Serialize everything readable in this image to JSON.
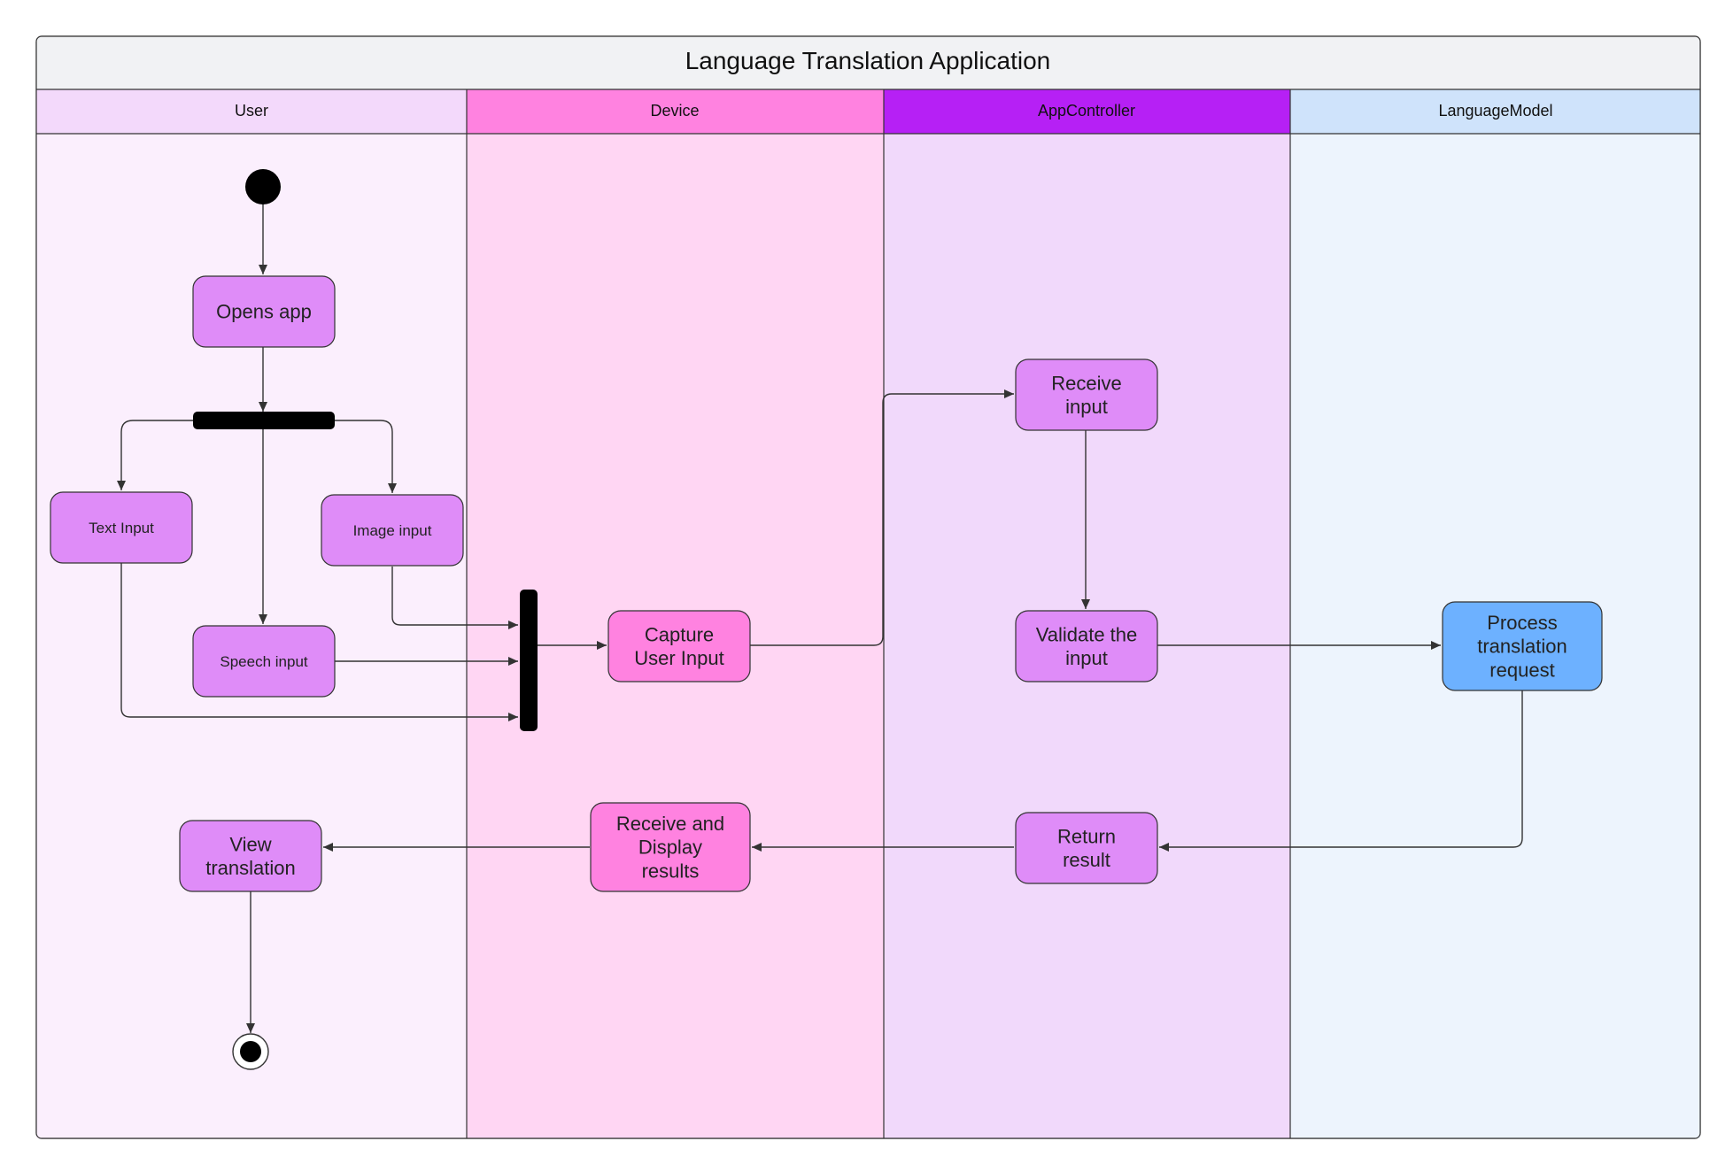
{
  "title": "Language Translation Application",
  "colors": {
    "node_purple": "#df8cf8",
    "node_pink": "#ff82e0",
    "node_blue": "#6db1ff",
    "bar_black": "#000000"
  },
  "lanes": [
    {
      "key": "user",
      "label": "User",
      "header_color": "#f3d9fb",
      "body_color": "#fbeffd"
    },
    {
      "key": "device",
      "label": "Device",
      "header_color": "#ff82e0",
      "body_color": "#ffd6f3"
    },
    {
      "key": "appcontroller",
      "label": "AppController",
      "header_color": "#b620f5",
      "body_color": "#f1d9fb"
    },
    {
      "key": "languagemodel",
      "label": "LanguageModel",
      "header_color": "#cfe3fb",
      "body_color": "#edf4fd"
    }
  ],
  "nodes": {
    "opens_app": {
      "lines": [
        "Opens app"
      ]
    },
    "text_input": {
      "lines": [
        "Text Input"
      ]
    },
    "image_input": {
      "lines": [
        "Image input"
      ]
    },
    "speech_input": {
      "lines": [
        "Speech input"
      ]
    },
    "capture_user_input": {
      "lines": [
        "Capture",
        "User Input"
      ]
    },
    "receive_input": {
      "lines": [
        "Receive",
        "input"
      ]
    },
    "validate_input": {
      "lines": [
        "Validate the",
        "input"
      ]
    },
    "process_request": {
      "lines": [
        "Process",
        "translation",
        "request"
      ]
    },
    "return_result": {
      "lines": [
        "Return",
        "result"
      ]
    },
    "receive_display": {
      "lines": [
        "Receive and",
        "Display",
        "results"
      ]
    },
    "view_translation": {
      "lines": [
        "View",
        "translation"
      ]
    }
  }
}
